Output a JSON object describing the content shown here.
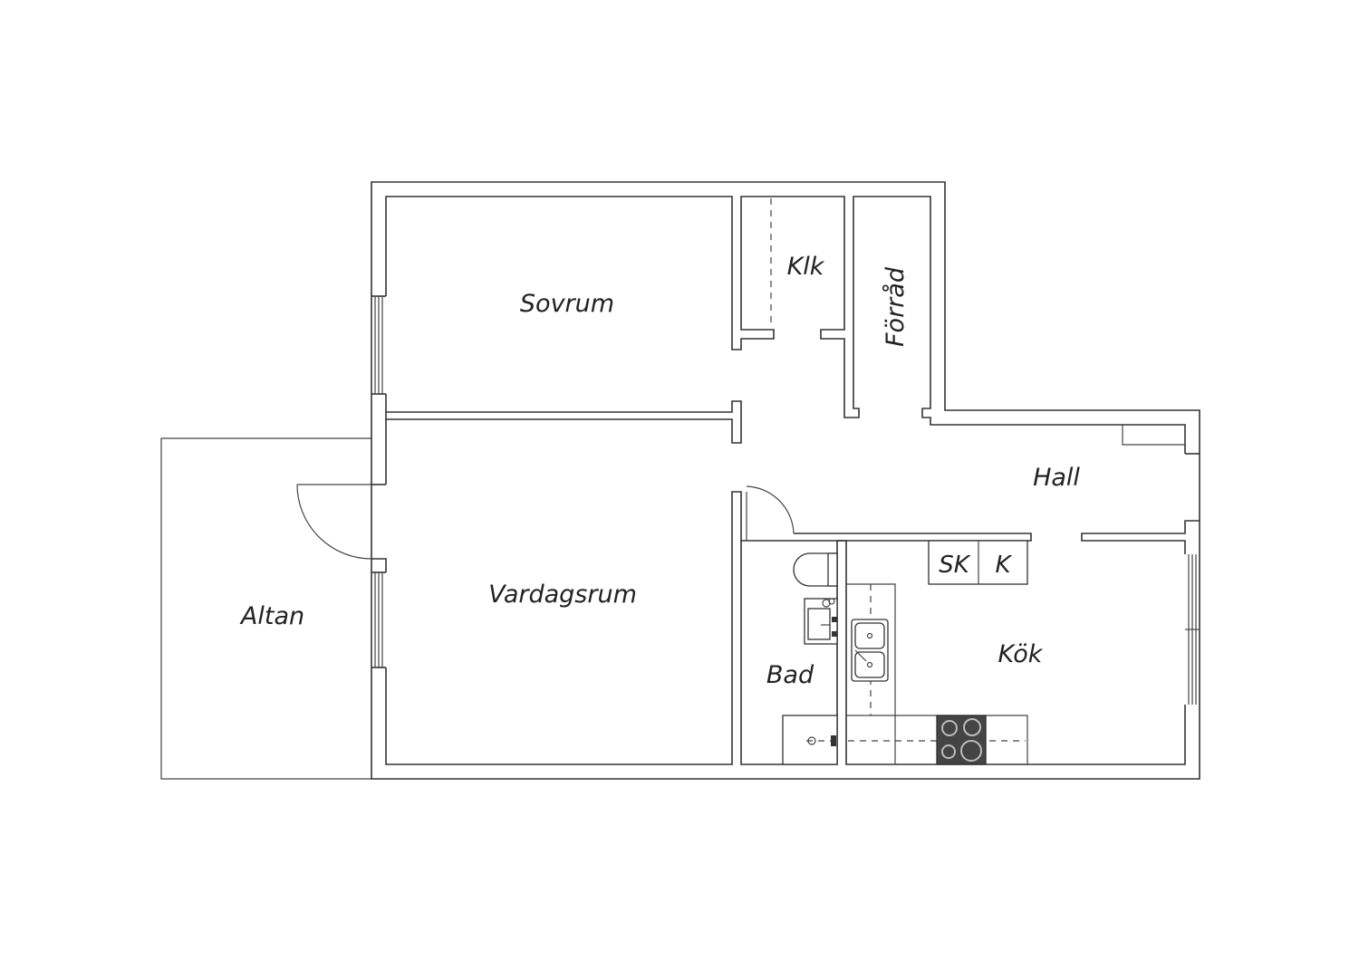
{
  "rooms": {
    "sovrum": "Sovrum",
    "klk": "Klk",
    "forrad": "Förråd",
    "hall": "Hall",
    "vardagsrum": "Vardagsrum",
    "altan": "Altan",
    "bad": "Bad",
    "kok": "Kök",
    "sk": "SK",
    "k": "K"
  },
  "colors": {
    "wall": "#333333",
    "background": "#ffffff",
    "stove": "#444444"
  }
}
